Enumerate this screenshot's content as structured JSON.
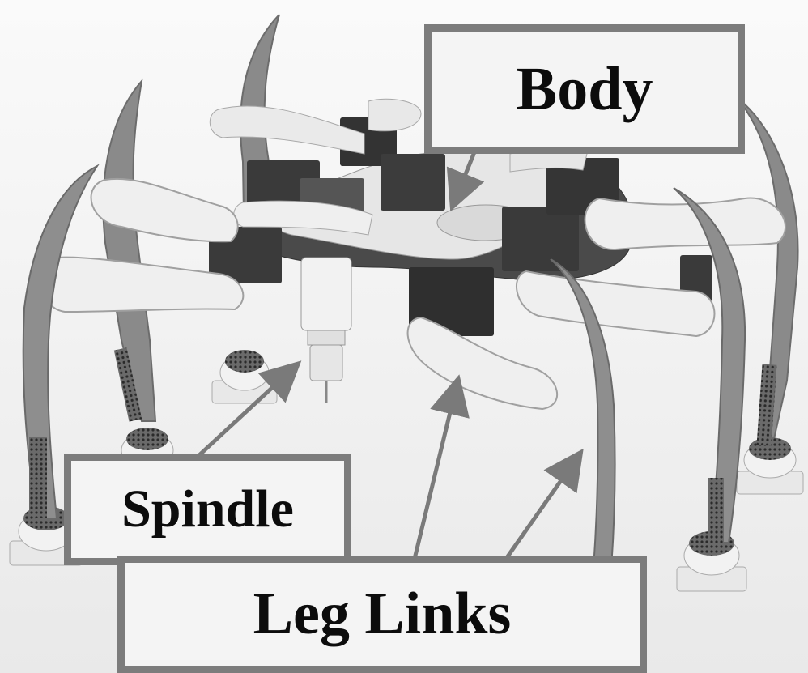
{
  "labels": {
    "body": "Body",
    "spindle": "Spindle",
    "leg_links": "Leg Links"
  },
  "colors": {
    "background": "#f3f3f3",
    "robot_light": "#ececec",
    "robot_dark": "#3e3e3e",
    "leg_grey": "#8e8e8e",
    "callout_border": "#7c7c7c",
    "arrow": "#7a7a7a",
    "text": "#0c0c0c"
  }
}
